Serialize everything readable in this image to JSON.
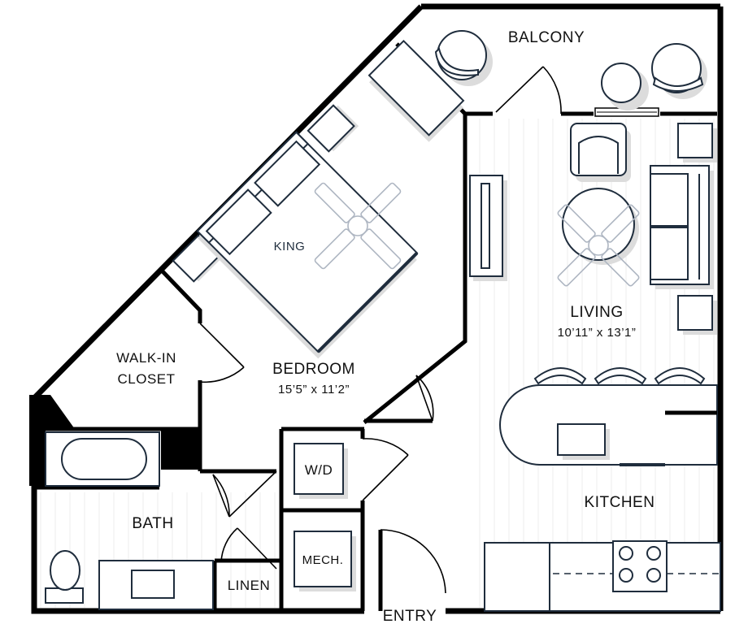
{
  "rooms": {
    "balcony": "BALCONY",
    "living": "LIVING",
    "living_dims": "10’11” x 13’1”",
    "king": "KING",
    "bedroom": "BEDROOM",
    "bedroom_dims": "15’5” x 11’2”",
    "closet_line1": "WALK-IN",
    "closet_line2": "CLOSET",
    "wd": "W/D",
    "bath": "BATH",
    "mech": "MECH.",
    "linen": "LINEN",
    "kitchen": "KITCHEN",
    "entry": "ENTRY"
  },
  "colors": {
    "wall": "#000000",
    "furniture_stroke": "#1f2d3d",
    "shadow": "#dcdcdc",
    "fan": "#aeb6c2"
  }
}
